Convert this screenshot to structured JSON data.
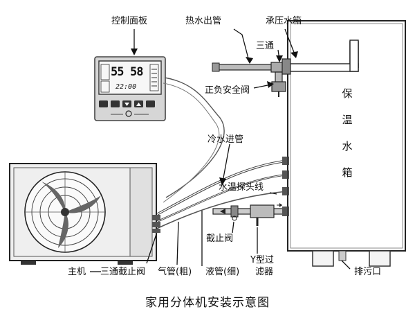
{
  "labels": {
    "control_panel": "控制面板",
    "hot_water_outlet": "热水出管",
    "pressure_tank": "承压水箱",
    "three_way": "三通",
    "relief_valve": "正负安全阀",
    "cold_water_inlet": "冷水进管",
    "temp_probe": "水温探头线",
    "stop_valve": "截止阀",
    "y_filter_line1": "Y型过",
    "y_filter_line2": "滤器",
    "main_unit": "主机",
    "three_way_stop_valve": "三通截止阀",
    "gas_pipe": "气管(粗)",
    "liquid_pipe": "液管(细)",
    "drain": "排污口"
  },
  "tank_text": [
    "保",
    "温",
    "水",
    "箱"
  ],
  "panel": {
    "readout_left": "55",
    "readout_right": "58",
    "time": "22:00"
  },
  "caption": "家用分体机安装示意图"
}
